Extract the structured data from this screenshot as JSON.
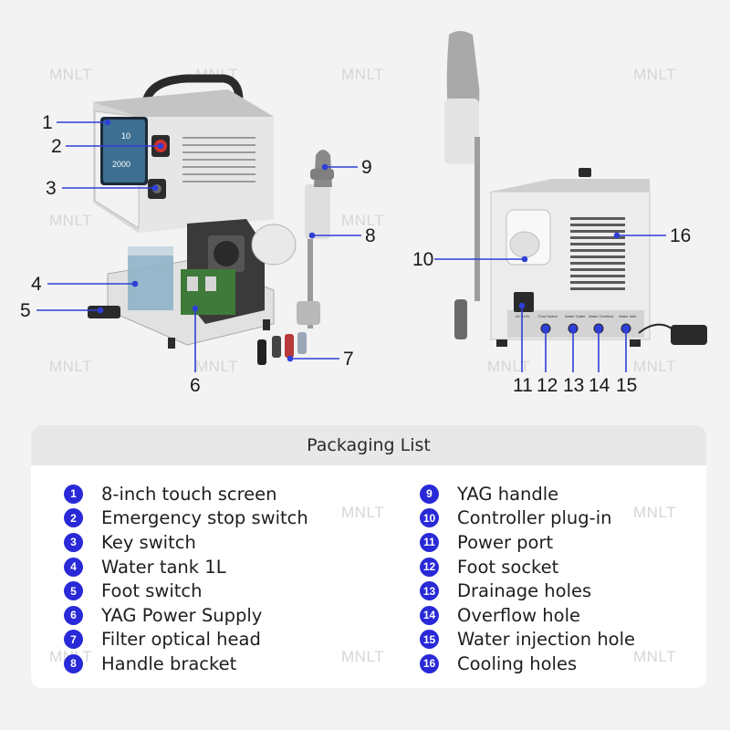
{
  "watermark": "MNLT",
  "callouts": [
    {
      "id": "callout-1",
      "text": "1"
    },
    {
      "id": "callout-2",
      "text": "2"
    },
    {
      "id": "callout-3",
      "text": "3"
    },
    {
      "id": "callout-4",
      "text": "4"
    },
    {
      "id": "callout-5",
      "text": "5"
    },
    {
      "id": "callout-6",
      "text": "6"
    },
    {
      "id": "callout-7",
      "text": "7"
    },
    {
      "id": "callout-8",
      "text": "8"
    },
    {
      "id": "callout-9",
      "text": "9"
    },
    {
      "id": "callout-10",
      "text": "10"
    },
    {
      "id": "callout-11",
      "text": "11"
    },
    {
      "id": "callout-12",
      "text": "12"
    },
    {
      "id": "callout-13",
      "text": "13"
    },
    {
      "id": "callout-14",
      "text": "14"
    },
    {
      "id": "callout-15",
      "text": "15"
    },
    {
      "id": "callout-16",
      "text": "16"
    }
  ],
  "device_screen": {
    "value_top": "10",
    "value_mid": "2000"
  },
  "port_panel_labels": [
    "AC 110V",
    "Foot Switch",
    "Water Outlet",
    "Water Overflow",
    "Water Inlet"
  ],
  "packaging": {
    "title": "Packaging List",
    "left": [
      {
        "num": "1",
        "label": "8-inch touch screen"
      },
      {
        "num": "2",
        "label": "Emergency stop switch"
      },
      {
        "num": "3",
        "label": "Key switch"
      },
      {
        "num": "4",
        "label": "Water tank 1L"
      },
      {
        "num": "5",
        "label": "Foot switch"
      },
      {
        "num": "6",
        "label": "YAG Power Supply"
      },
      {
        "num": "7",
        "label": "Filter optical head"
      },
      {
        "num": "8",
        "label": "Handle bracket"
      }
    ],
    "right": [
      {
        "num": "9",
        "label": "YAG handle"
      },
      {
        "num": "10",
        "label": "Controller plug-in"
      },
      {
        "num": "11",
        "label": "Power port"
      },
      {
        "num": "12",
        "label": "Foot socket"
      },
      {
        "num": "13",
        "label": "Drainage holes"
      },
      {
        "num": "14",
        "label": "Overflow hole"
      },
      {
        "num": "15",
        "label": "Water injection hole"
      },
      {
        "num": "16",
        "label": "Cooling holes"
      }
    ]
  },
  "colors": {
    "badge": "#2929d8",
    "callout_line": "#2f3fd8",
    "panel_bg": "#ffffff",
    "header_bg": "#e8e8e8"
  }
}
